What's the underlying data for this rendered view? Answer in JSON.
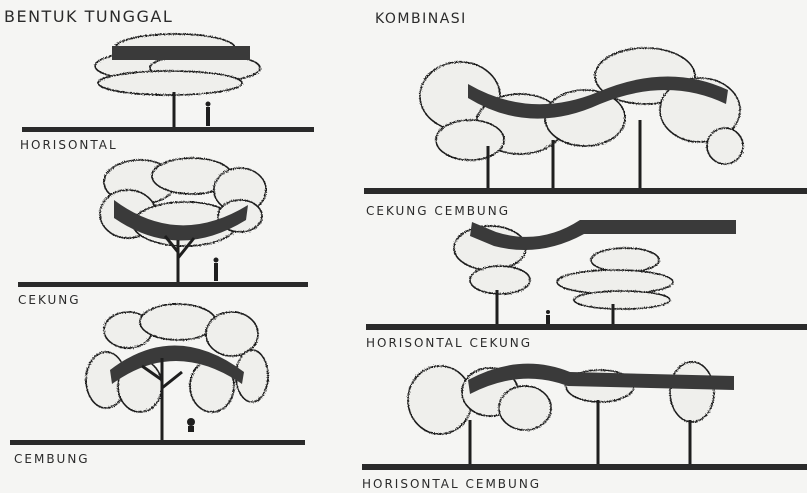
{
  "headings": {
    "single_form": "BENTUK TUNGGAL",
    "combination": "KOMBINASI"
  },
  "panels": {
    "horisontal": "HORISONTAL",
    "cekung": "CEKUNG",
    "cembung": "CEMBUNG",
    "cekung_cembung": "CEKUNG CEMBUNG",
    "horisontal_cekung": "HORISONTAL CEKUNG",
    "horisontal_cembung": "HORISONTAL CEMBUNG"
  },
  "colors": {
    "ink": "#1e1e1e",
    "canopy_fill": "#efefec",
    "band": "#3a3a3a",
    "paper": "#f5f5f3"
  }
}
